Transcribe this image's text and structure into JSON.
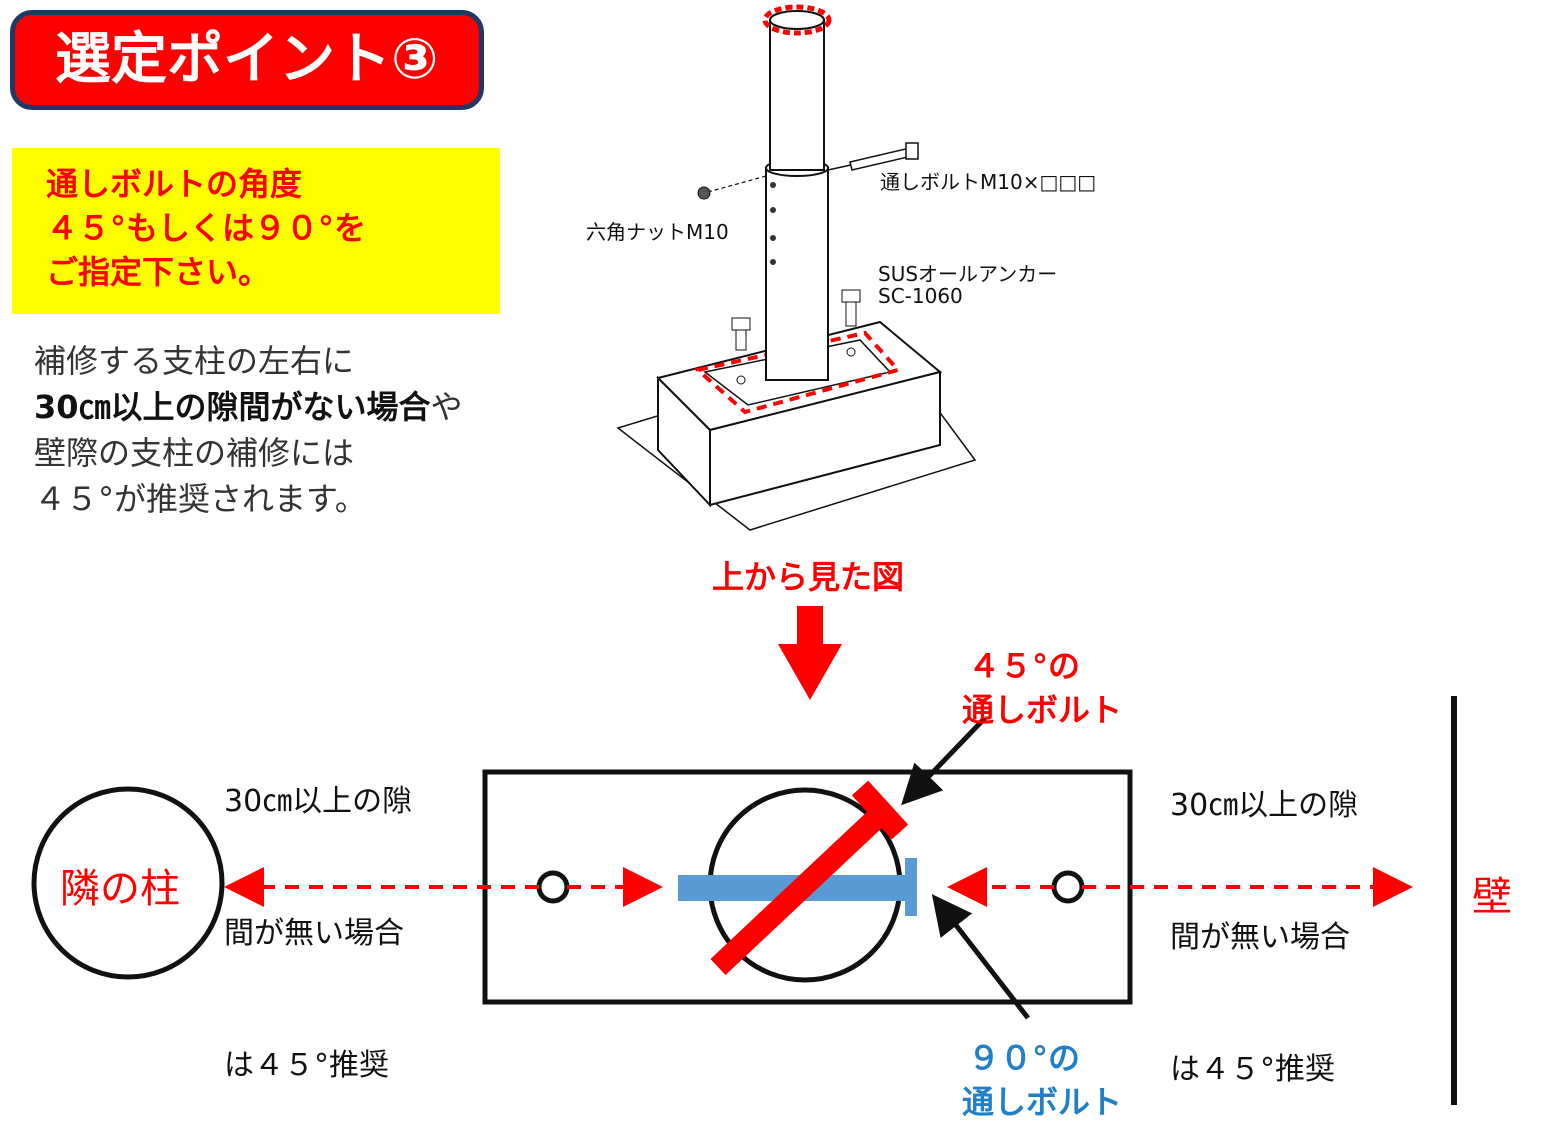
{
  "header": {
    "title": "選定ポイント③"
  },
  "notice": {
    "lines": [
      "通しボルトの角度",
      "４５°もしくは９０°を",
      "ご指定下さい。"
    ]
  },
  "description": {
    "line1": "補修する支柱の左右に",
    "line2_bold": "30㎝以上の隙間がない場合",
    "line2_tail": "や",
    "line3": "壁際の支柱の補修には",
    "line4": "４５°が推奨されます。"
  },
  "illustration": {
    "bolt_label": "通しボルトM10×□□□",
    "nut_label": "六角ナットM10",
    "anchor_label_1": "SUSオールアンカー",
    "anchor_label_2": "SC-1060"
  },
  "top_view": {
    "caption": "上から見た図",
    "left_gap_note": [
      "30㎝以上の隙",
      "間が無い場合",
      "は４５°推奨"
    ],
    "right_gap_note": [
      "30㎝以上の隙",
      "間が無い場合",
      "は４５°推奨"
    ],
    "neighbor_post": "隣の柱",
    "wall": "壁",
    "bolt45_label": [
      "４５°の",
      "通しボルト"
    ],
    "bolt90_label": [
      "９０°の",
      "通しボルト"
    ]
  },
  "colors": {
    "accent_red": "#ff0000",
    "navy_border": "#1f3864",
    "highlight_yellow": "#ffff00",
    "bolt_blue": "#5b9bd5",
    "label_blue": "#1f7fc8"
  }
}
